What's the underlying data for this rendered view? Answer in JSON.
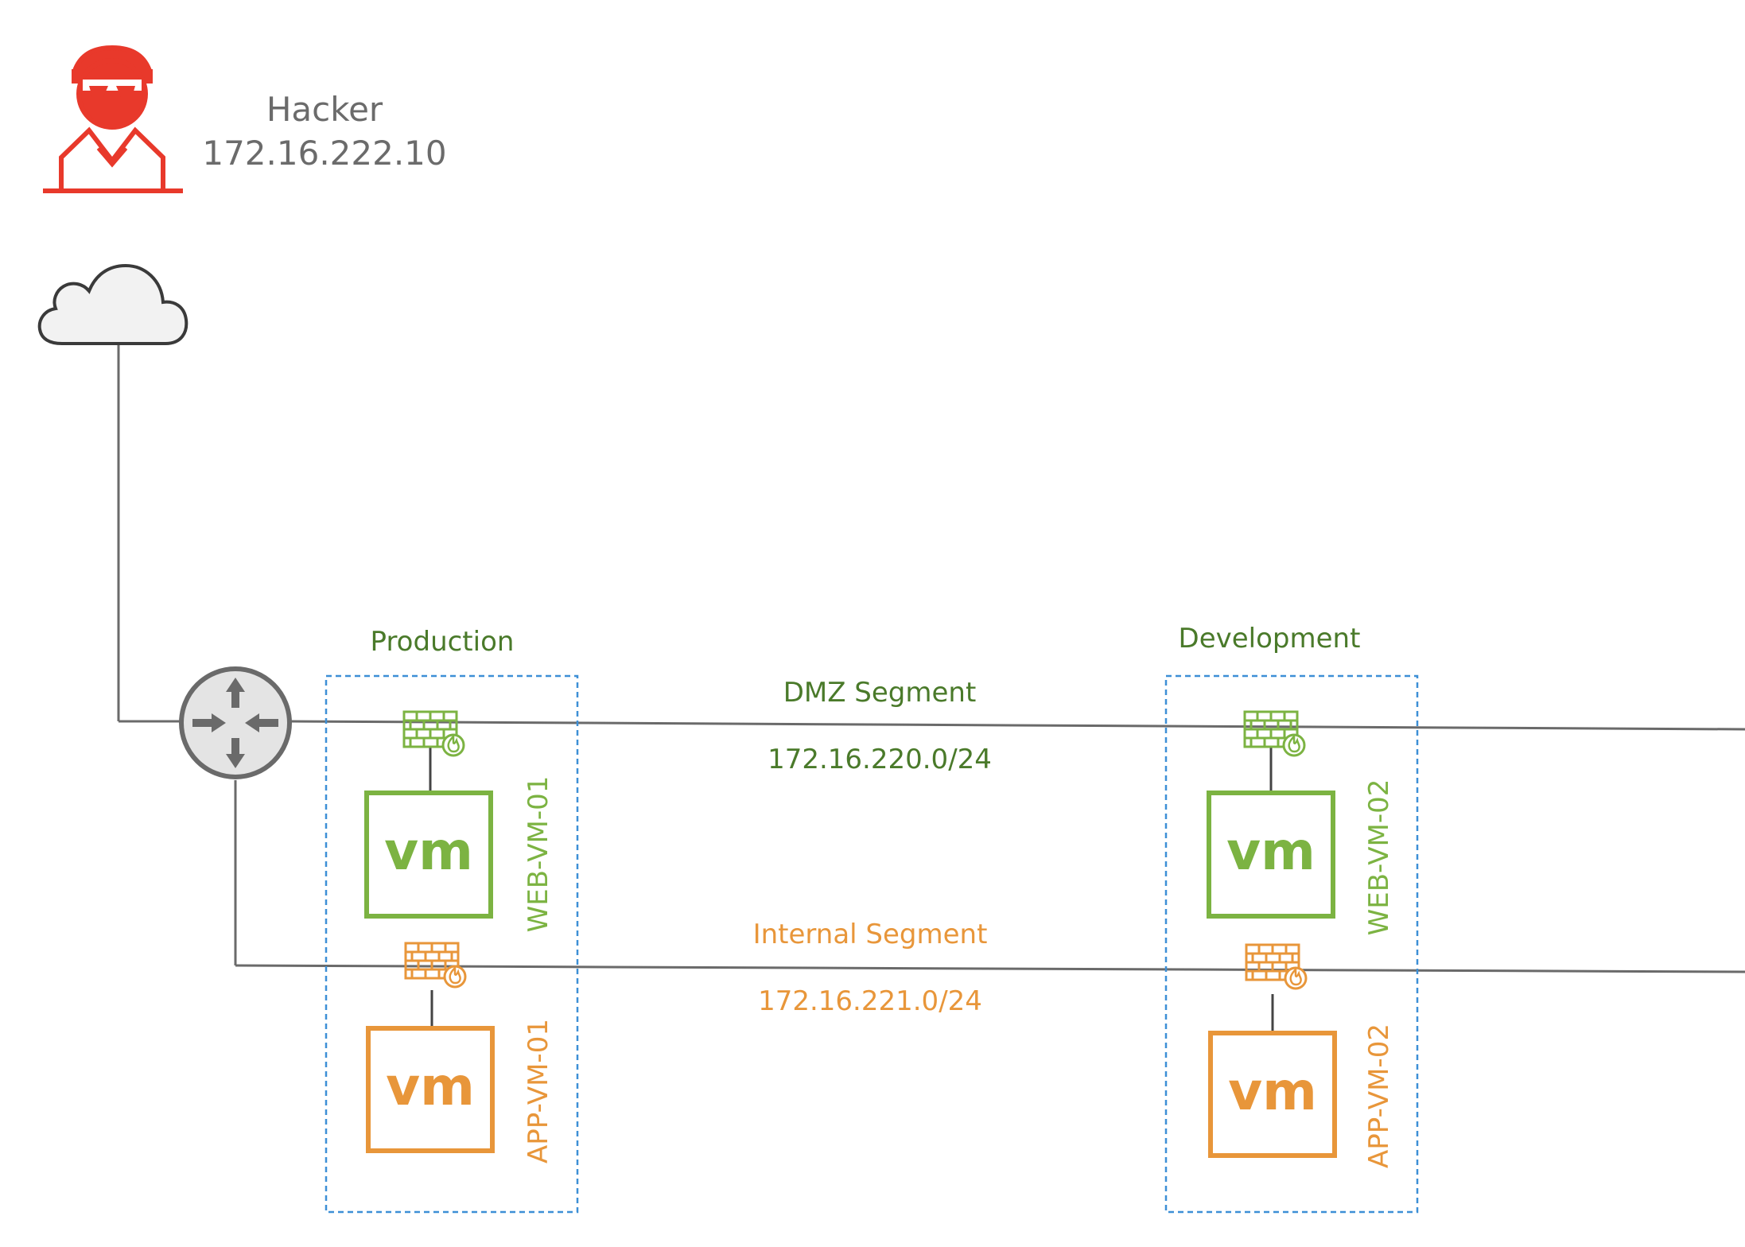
{
  "colors": {
    "hacker": "#e8392b",
    "green": "#7cb342",
    "dark_green": "#4a7a2a",
    "orange": "#e8963a",
    "line": "#6a6a6a",
    "zone_border": "#3d8fd6",
    "label_gray": "#6b6b6b"
  },
  "hacker": {
    "name": "Hacker",
    "ip": "172.16.222.10",
    "icon": "hacker-icon"
  },
  "internet": {
    "icon": "cloud-icon"
  },
  "router": {
    "icon": "router-icon"
  },
  "segments": {
    "dmz": {
      "name": "DMZ Segment",
      "subnet": "172.16.220.0/24"
    },
    "internal": {
      "name": "Internal Segment",
      "subnet": "172.16.221.0/24"
    }
  },
  "zones": [
    {
      "label": "Production",
      "web_vm": {
        "icon_text": "vm",
        "name": "WEB-VM-01"
      },
      "app_vm": {
        "icon_text": "vm",
        "name": "APP-VM-01"
      }
    },
    {
      "label": "Development",
      "web_vm": {
        "icon_text": "vm",
        "name": "WEB-VM-02"
      },
      "app_vm": {
        "icon_text": "vm",
        "name": "APP-VM-02"
      }
    }
  ]
}
